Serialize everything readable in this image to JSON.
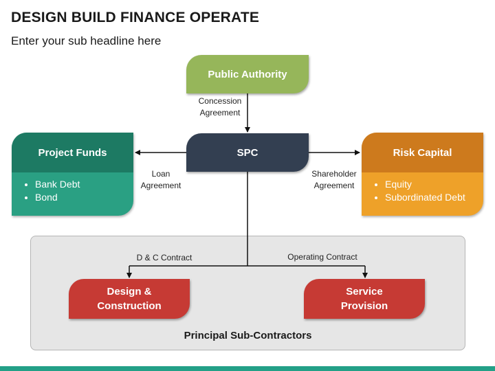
{
  "title": "DESIGN BUILD FINANCE OPERATE",
  "subtitle": "Enter your sub headline here",
  "nodes": {
    "public_authority": "Public Authority",
    "spc": "SPC",
    "project_funds": {
      "label": "Project Funds",
      "items": [
        "Bank Debt",
        "Bond"
      ]
    },
    "risk_capital": {
      "label": "Risk Capital",
      "items": [
        "Equity",
        "Subordinated Debt"
      ]
    },
    "design_construction": {
      "line1": "Design &",
      "line2": "Construction"
    },
    "service_provision": {
      "line1": "Service",
      "line2": "Provision"
    }
  },
  "connectors": {
    "concession": {
      "line1": "Concession",
      "line2": "Agreement"
    },
    "loan": {
      "line1": "Loan",
      "line2": "Agreement"
    },
    "shareholder": {
      "line1": "Shareholder",
      "line2": "Agreement"
    },
    "dc_contract": "D & C Contract",
    "operating_contract": "Operating Contract"
  },
  "group_label": "Principal Sub-Contractors",
  "colors": {
    "public_authority": "#96b65a",
    "spc": "#333f51",
    "project_funds_head": "#1d7a63",
    "project_funds_body": "#2aa083",
    "risk_capital_head": "#cd7a1d",
    "risk_capital_body": "#eea129",
    "sub_contractor": "#c63a34",
    "bottom_bar": "#23a087"
  }
}
